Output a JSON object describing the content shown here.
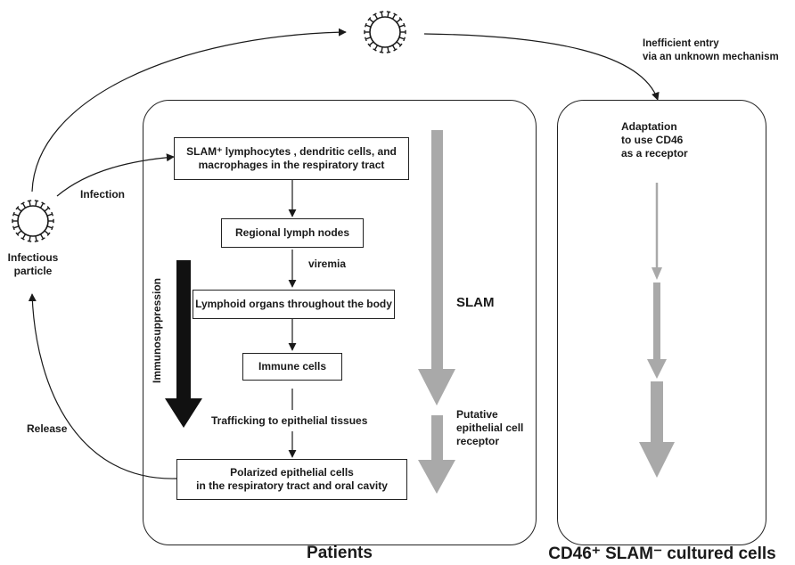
{
  "labels": {
    "infectious_particle": "Infectious\nparticle",
    "infection": "Infection",
    "release": "Release",
    "inefficient_entry": "Inefficient entry\nvia an unknown mechanism",
    "adaptation": "Adaptation\nto use CD46\nas a receptor",
    "immunosuppression": "Immunosuppression",
    "viremia": "viremia",
    "trafficking": "Trafficking to epithelial tissues",
    "slam": "SLAM",
    "putative_receptor": "Putative\nepithelial cell\nreceptor",
    "patients": "Patients",
    "cultured_cells": "CD46⁺ SLAM⁻ cultured cells"
  },
  "boxes": {
    "slam_cells": "SLAM⁺ lymphocytes , dendritic cells, and\nmacrophages in the respiratory tract",
    "lymph_nodes": "Regional lymph nodes",
    "lymphoid_organs": "Lymphoid organs throughout the body",
    "immune_cells": "Immune cells",
    "epithelial_cells": "Polarized epithelial cells\nin the respiratory tract and oral cavity"
  },
  "colors": {
    "line": "#1a1a1a",
    "grey_arrow": "#a9a9a9",
    "black_arrow": "#111111"
  }
}
